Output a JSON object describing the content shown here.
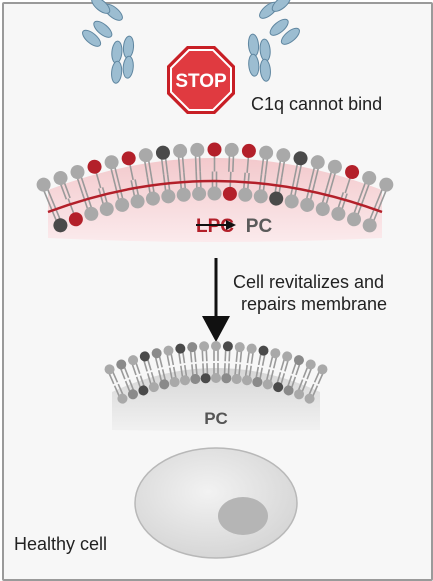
{
  "stop_sign": {
    "text": "STOP"
  },
  "labels": {
    "c1q": "C1q cannot bind",
    "conversion_from": "LPC",
    "conversion_to": "PC",
    "step_line1": "Cell revitalizes and",
    "step_line2": "repairs membrane",
    "healthy_membrane": "PC",
    "healthy_cell": "Healthy cell"
  },
  "icons": {
    "antibody": "antibody-icon",
    "stop": "stop-sign-icon",
    "arrow": "arrow-down-icon"
  },
  "colors": {
    "lpc_red": "#b3202a",
    "stop_red": "#d8232a",
    "antibody_blue": "#8fb3c9",
    "lipid_gray": "#a9a9a9",
    "lipid_dark": "#4a4a4a"
  }
}
